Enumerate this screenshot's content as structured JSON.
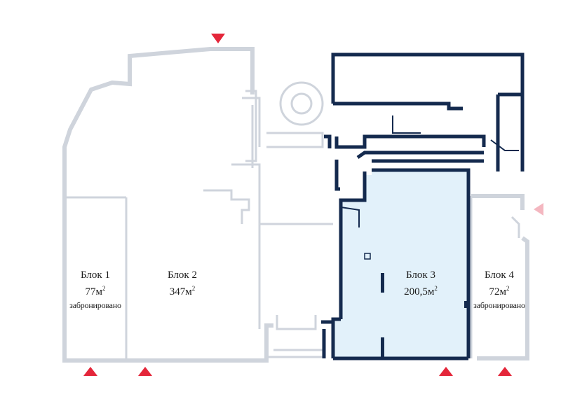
{
  "colors": {
    "available_fill": "#e2f1fa",
    "available_wall": "#142a4e",
    "other_wall": "#cfd4dc",
    "entrance_marker": "#e4263a",
    "entrance_marker_inactive": "#f4b7c0"
  },
  "blocks": [
    {
      "name": "Блок 1",
      "area": "77м",
      "unit_power": "2",
      "status": "забронировано"
    },
    {
      "name": "Блок 2",
      "area": "347м",
      "unit_power": "2",
      "status": ""
    },
    {
      "name": "Блок 3",
      "area": "200,5м",
      "unit_power": "2",
      "status": "",
      "highlighted": true
    },
    {
      "name": "Блок 4",
      "area": "72м",
      "unit_power": "2",
      "status": "забронировано"
    }
  ],
  "markers": [
    {
      "name": "entrance-top",
      "icon": "triangle-down"
    },
    {
      "name": "entrance-right",
      "icon": "triangle-left"
    },
    {
      "name": "entrance-bottom-1",
      "icon": "triangle-up"
    },
    {
      "name": "entrance-bottom-2",
      "icon": "triangle-up"
    },
    {
      "name": "entrance-bottom-3",
      "icon": "triangle-up"
    },
    {
      "name": "entrance-bottom-4",
      "icon": "triangle-up"
    }
  ]
}
